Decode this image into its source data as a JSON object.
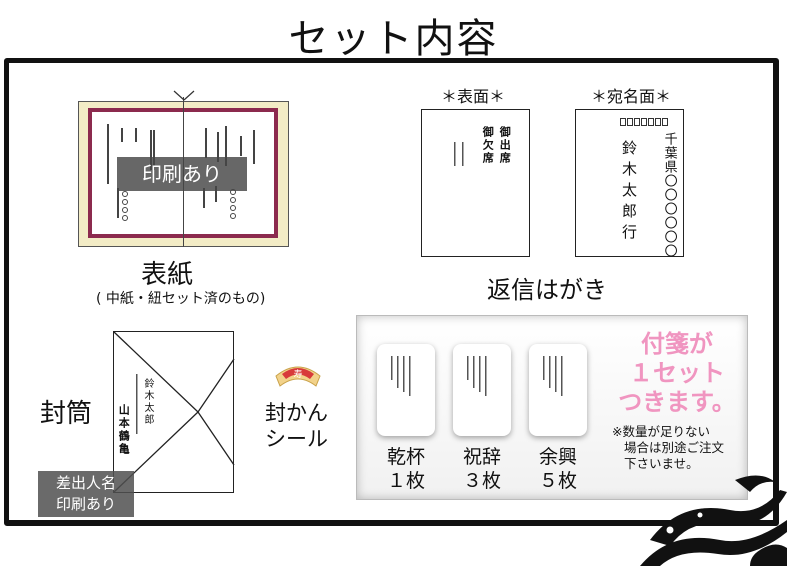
{
  "title": "セット内容",
  "cover": {
    "label": "表紙",
    "note": "( 中紙・紐セット済のもの)",
    "print_badge": "印刷あり"
  },
  "reply_postcard": {
    "front_label": "＊表面＊",
    "address_label": "＊宛名面＊",
    "section_label": "返信はがき",
    "front_col1": "御出席",
    "front_col2": "御欠席",
    "address_prefecture": "千葉県〇〇〇〇〇〇",
    "address_name": "鈴木太郎行"
  },
  "envelope": {
    "label": "封筒",
    "recipient": "鈴木太郎",
    "sender": "山本鶴亀",
    "sender_badge_line1": "差出人名",
    "sender_badge_line2": "印刷あり"
  },
  "seal": {
    "label_line1": "封かん",
    "label_line2": "シール",
    "kanji": "寿"
  },
  "sticky_notes": {
    "items": [
      {
        "label_line1": "乾杯",
        "label_line2": "１枚"
      },
      {
        "label_line1": "祝辞",
        "label_line2": "３枚"
      },
      {
        "label_line1": "余興",
        "label_line2": "５枚"
      }
    ],
    "highlight_line1": "付箋が",
    "highlight_line2": "１セット",
    "highlight_line3": "つきます。",
    "note_line1": "※数量が足りない",
    "note_line2": "場合は別途ご注文",
    "note_line3": "下さいませ。"
  },
  "colors": {
    "cover_cream": "#f3ecc6",
    "cover_border": "#8c2a4e",
    "highlight_pink": "#f095c0",
    "badge_gray": "#505050"
  }
}
